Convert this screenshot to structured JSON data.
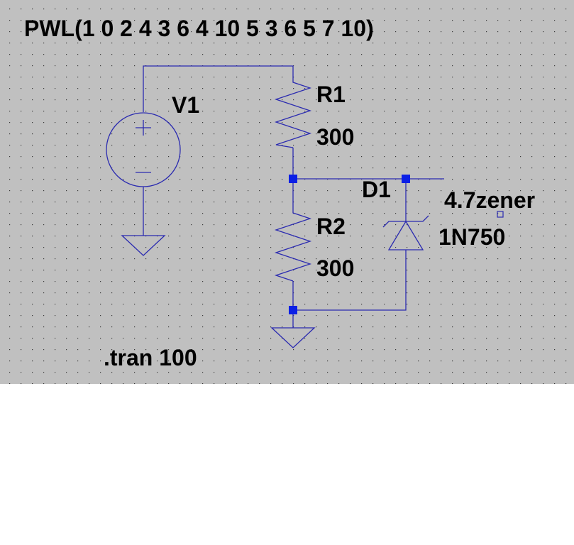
{
  "schematic": {
    "source_directive": "PWL(1 0 2 4 3 6 4 10 5 3 6 5 7 10)",
    "analysis_directive": ".tran 100",
    "components": {
      "v1": {
        "name": "V1",
        "plus_symbol": "+",
        "minus_symbol": "−"
      },
      "r1": {
        "name": "R1",
        "value": "300"
      },
      "r2": {
        "name": "R2",
        "value": "300"
      },
      "d1": {
        "name": "D1",
        "model": "4.7zener",
        "part": "1N750"
      }
    },
    "colors": {
      "background": "#c0c0c0",
      "grid_dot": "#3a3a3a",
      "wire": "#2b2bb0",
      "junction": "#0b1fe6",
      "text": "#000000",
      "below_canvas": "#ffffff"
    }
  }
}
